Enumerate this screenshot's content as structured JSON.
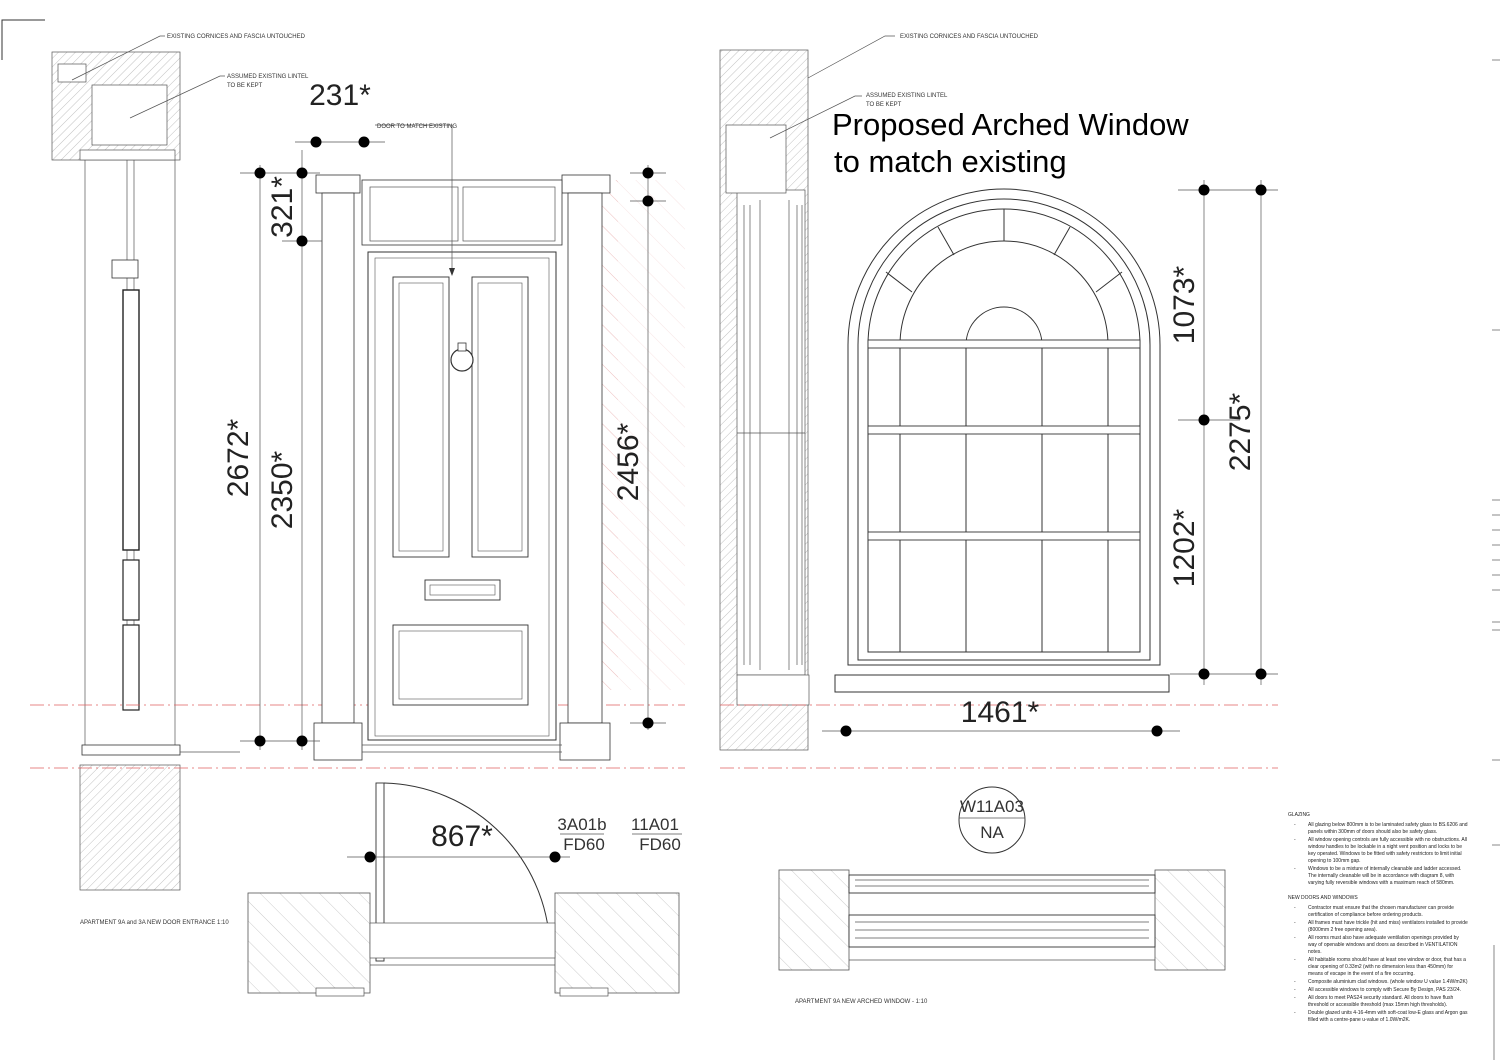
{
  "labels": {
    "cornices_left": "EXISTING CORNICES AND FASCIA UNTOUCHED",
    "lintel_left_1": "ASSUMED EXISTING LINTEL",
    "lintel_left_2": "TO BE KEPT",
    "door_match": "DOOR TO MATCH EXISTING",
    "cornices_right": "EXISTING CORNICES AND FASCIA UNTOUCHED",
    "lintel_right_1": "ASSUMED EXISTING LINTEL",
    "lintel_right_2": "TO BE KEPT",
    "window_title_1": "Proposed Arched Window",
    "window_title_2": "to match existing",
    "door_caption": "APARTMENT 9A and 3A NEW DOOR ENTRANCE 1:10",
    "window_caption": "APARTMENT 9A NEW ARCHED WINDOW - 1:10"
  },
  "dimensions": {
    "d231": "231*",
    "d321": "321*",
    "d2672": "2672*",
    "d2350": "2350*",
    "d2456": "2456*",
    "d867": "867*",
    "d1073": "1073*",
    "d2275": "2275*",
    "d1202": "1202*",
    "d1461": "1461*"
  },
  "tags": {
    "door_tag_a_top": "3A01b",
    "door_tag_a_bottom": "FD60",
    "door_tag_b_top": "11A01",
    "door_tag_b_bottom": "FD60",
    "window_tag_top": "W11A03",
    "window_tag_bottom": "NA"
  },
  "notes": {
    "glazing_heading": "GLAZING",
    "glazing": [
      "All glazing below 800mm is to be laminated safety glass to BS.6206 and panels within 300mm of doors should also be safety glass.",
      "All window opening controls are fully accessible with no obstructions. All window handles to be lockable in a night vent position and locks to be key operated. Windows to be fitted with safety restrictors to limit initial opening to 100mm gap.",
      "Windows to be a mixture of internally cleanable and ladder accessed. The internally cleanable will be in accordance with diagram 8, with varying fully reversible windows with a maximum reach of 580mm."
    ],
    "doors_heading": "NEW DOORS AND WINDOWS",
    "doors": [
      "Contractor must ensure that the chosen manufacturer can provide certification of compliance before ordering products.",
      "All frames must have trickle (hit and miss) ventilators installed to provide (8000mm 2 free opening area).",
      "All rooms must also have adequate ventilation openings provided by way of openable windows and doors as described in VENTILATION notes.",
      "All habitable rooms should have at least one window or door, that has a clear opening of 0.33m2 (with no dimension less than 450mm) for means of escape in the event of a fire occurring.",
      "Composite aluminium clad windows. (whole window U value 1.4W/m2K)",
      "All accessible windows to comply with Secure By Design, PAS 23/24.",
      "All doors to meet PAS24 security standard. All doors to have flush threshold or accessible threshold (max 15mm high thresholds).",
      "Double glazed units 4-16-4mm with soft-coat low-E glass and Argon gas filled with a centre-pane u-value of 1.0W/m2K."
    ]
  }
}
